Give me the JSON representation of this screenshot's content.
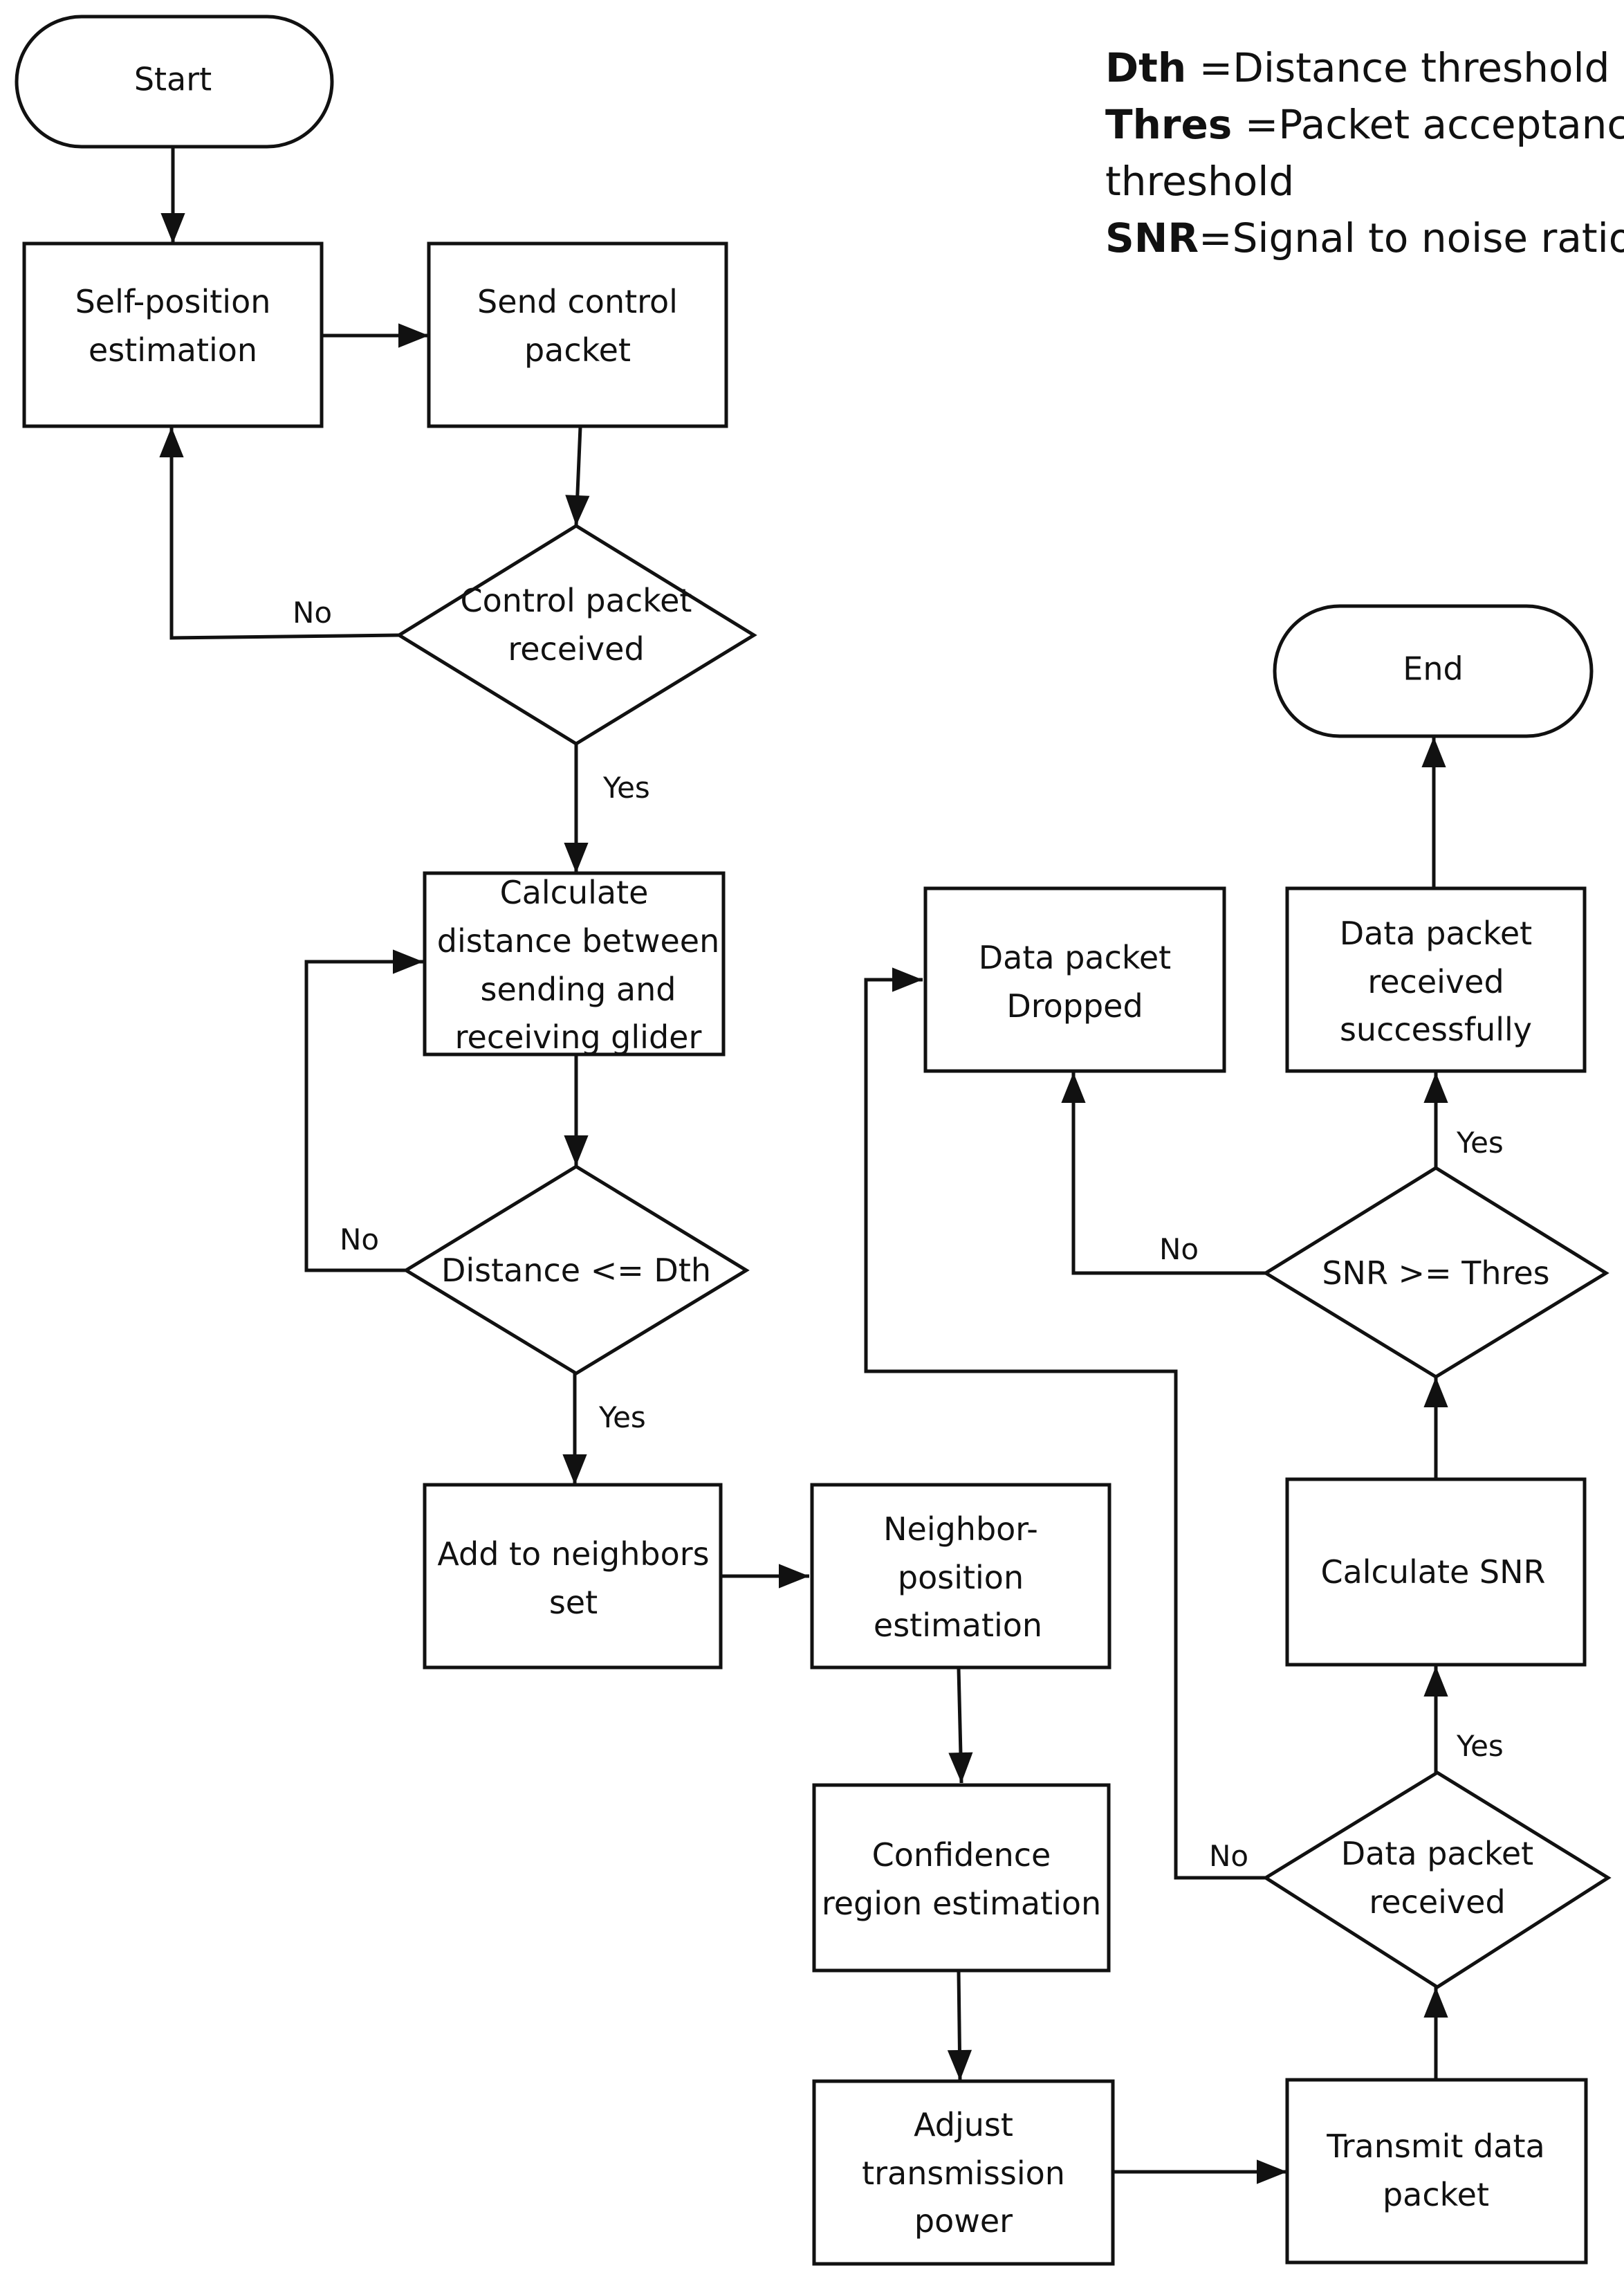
{
  "legend": {
    "dth_key": "Dth",
    "dth_text": " =Distance threshold",
    "thres_key": "Thres",
    "thres_text": " =Packet acceptance",
    "thres_text2": "threshold",
    "snr_key": "SNR",
    "snr_text": "=Signal to noise ratio"
  },
  "nodes": {
    "start": "Start",
    "end": "End",
    "self_position": [
      "Self-position",
      "estimation"
    ],
    "send_control": [
      "Send control",
      "packet"
    ],
    "control_received": [
      "Control packet",
      "received"
    ],
    "calc_distance": [
      "Calculate",
      "distance between",
      "sending and",
      "receiving glider"
    ],
    "distance_check": "Distance <= Dth",
    "add_neighbors": [
      "Add to neighbors",
      "set"
    ],
    "neighbor_position": [
      "Neighbor-",
      "position",
      "estimation"
    ],
    "confidence_region": [
      "Confidence",
      "region estimation"
    ],
    "adjust_power": [
      "Adjust",
      "transmission",
      "power"
    ],
    "transmit_data": [
      "Transmit data",
      "packet"
    ],
    "data_received": [
      "Data packet",
      "received"
    ],
    "calc_snr": "Calculate SNR",
    "snr_check": "SNR >= Thres",
    "data_dropped": [
      "Data packet",
      "Dropped"
    ],
    "data_success": [
      "Data packet",
      "received",
      "successfully"
    ]
  },
  "edge_labels": {
    "no_control": "No",
    "yes_control": "Yes",
    "no_distance": "No",
    "yes_distance": "Yes",
    "no_data": "No",
    "yes_data": "Yes",
    "no_snr": "No",
    "yes_snr": "Yes"
  }
}
